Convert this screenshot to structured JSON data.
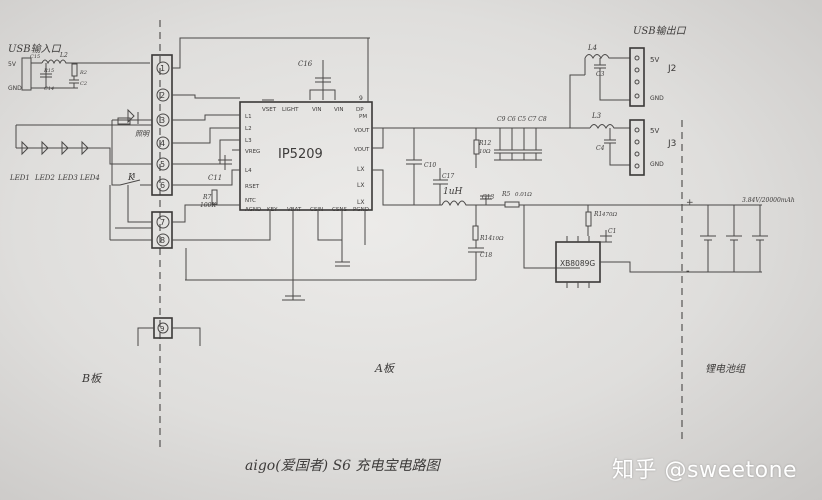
{
  "ic_main": {
    "name": "IP5209",
    "pins_top": [
      "VSET",
      "LIGHT",
      "VIN",
      "VIN",
      "9"
    ],
    "pins_top_right": [
      "DP",
      "PM"
    ],
    "pins_left": [
      "L1",
      "L2",
      "L3",
      "VREG",
      "L4",
      "RSET",
      "NTC"
    ],
    "pins_bottom": [
      "AGND",
      "KEY",
      "VBAT",
      "CSIN",
      "CSNS",
      "PGND"
    ],
    "pins_right": [
      "VOUT",
      "VOUT",
      "LX",
      "LX",
      "LX"
    ]
  },
  "ic_protect": {
    "name": "XB8089G"
  },
  "connector_in": {
    "title": "USB输入口",
    "pins": [
      "5V",
      "GND"
    ],
    "inductor": "L2",
    "labels": [
      "C15",
      "R15",
      "R2",
      "C2",
      "C14"
    ]
  },
  "connector_out": {
    "title": "USB输出口",
    "j2": "J2",
    "j3": "J3",
    "pins": [
      "5V",
      "GND"
    ]
  },
  "components": {
    "c16": "C16",
    "c11": "C11",
    "r7": "R7",
    "r7_val": "100K",
    "c10": "C10",
    "c17": "C17",
    "r12": "R12",
    "r12_val": "10Ω",
    "caps_out": "C9 C6 C5 C7 C8",
    "l_main": "1uH",
    "c13": "C13",
    "r5": "R5",
    "r5_val": "0.01Ω",
    "r14": "R14",
    "r14_val": "10Ω",
    "c18": "C18",
    "r1": "R1",
    "r1_val": "470Ω",
    "c1": "C1",
    "l4": "L4",
    "c3": "C3",
    "l3": "L3",
    "c4": "C4",
    "key": "K",
    "lamp": "照明"
  },
  "leds": [
    "LED1",
    "LED2",
    "LED3",
    "LED4"
  ],
  "board_pins": [
    "1",
    "2",
    "3",
    "4",
    "5",
    "6",
    "7",
    "8",
    "9"
  ],
  "battery": {
    "label": "3.84V/20000mAh",
    "plus": "+",
    "minus": "-"
  },
  "regions": {
    "b": "B板",
    "a": "A板",
    "battery": "锂电池组"
  },
  "footer_title": "aigo(爱国者) S6 充电宝电路图",
  "watermark": "知乎 @sweetone"
}
